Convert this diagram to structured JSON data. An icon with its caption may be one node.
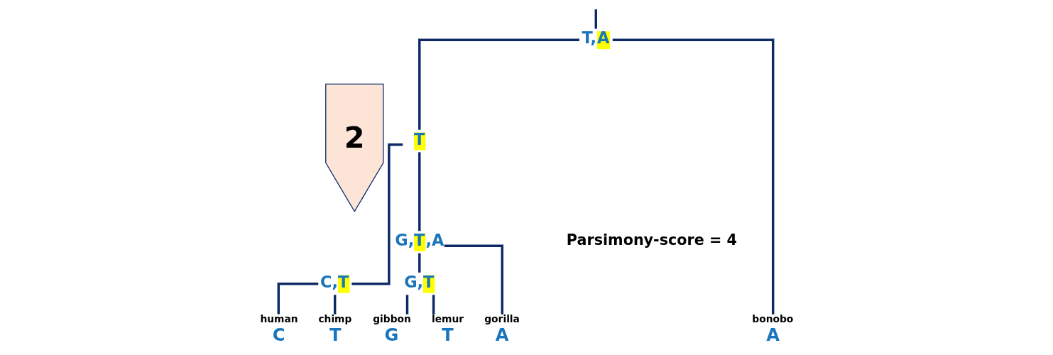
{
  "diagram": {
    "nodes": [
      {
        "text": [
          "2"
        ]
      },
      {
        "text": [
          "T,A"
        ]
      },
      {
        "text": [
          "T"
        ]
      },
      {
        "text": [
          "G,T,A"
        ]
      },
      {
        "text": [
          "C,T"
        ]
      },
      {
        "text": [
          "G,T"
        ]
      },
      {
        "text": [
          "human",
          "C"
        ]
      },
      {
        "text": [
          "chimp",
          "T"
        ]
      },
      {
        "text": [
          "gibbon",
          "G"
        ]
      },
      {
        "text": [
          "lemur",
          "T"
        ]
      },
      {
        "text": [
          "gorilla",
          "A"
        ]
      },
      {
        "text": [
          "bonobo",
          "A"
        ]
      }
    ],
    "edges": [
      {
        "from": null,
        "to": 1,
        "arrow": "none"
      },
      {
        "from": 1,
        "to": 2,
        "arrow": "none"
      },
      {
        "from": 1,
        "to": 11,
        "arrow": "none"
      },
      {
        "from": 2,
        "to": 4,
        "arrow": "none"
      },
      {
        "from": 2,
        "to": 3,
        "arrow": "none"
      },
      {
        "from": 4,
        "to": 6,
        "arrow": "none"
      },
      {
        "from": 4,
        "to": 7,
        "arrow": "none"
      },
      {
        "from": 3,
        "to": 5,
        "arrow": "none"
      },
      {
        "from": 3,
        "to": 10,
        "arrow": "none"
      },
      {
        "from": 5,
        "to": 8,
        "arrow": "none"
      },
      {
        "from": 5,
        "to": 9,
        "arrow": "none"
      }
    ],
    "labels": [
      "Parsimony-score = 4"
    ]
  }
}
